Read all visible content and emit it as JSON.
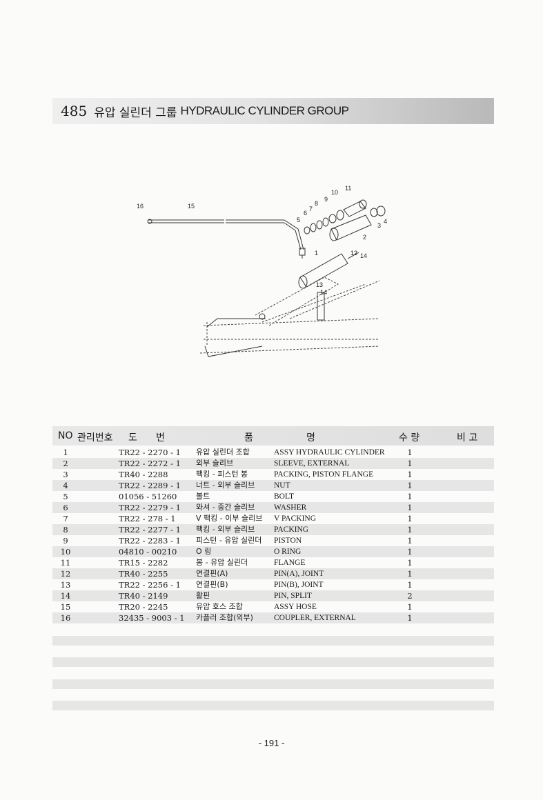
{
  "header": {
    "number": "485",
    "title_ko": "유압 실린더 그룹",
    "title_en": "HYDRAULIC CYLINDER GROUP"
  },
  "diagram": {
    "callouts": [
      "1",
      "2",
      "3",
      "4",
      "5",
      "6",
      "7",
      "8",
      "9",
      "10",
      "11",
      "12",
      "13",
      "14",
      "14",
      "15",
      "16"
    ]
  },
  "table": {
    "headers": {
      "no": "NO",
      "mgmt": "관리번호",
      "drawing_1": "도",
      "drawing_2": "번",
      "name_1": "품",
      "name_2": "명",
      "qty": "수 량",
      "remark": "비 고"
    },
    "rows": [
      {
        "no": "1",
        "code": "TR22 - 2270 - 1",
        "ko": "유압 실린더 조합",
        "en": "ASSY HYDRAULIC CYLINDER",
        "qty": "1"
      },
      {
        "no": "2",
        "code": "TR22 - 2272 - 1",
        "ko": "외부 슬리브",
        "en": "SLEEVE, EXTERNAL",
        "qty": "1"
      },
      {
        "no": "3",
        "code": "TR40 - 2288",
        "ko": "팩킹 - 피스턴 봉",
        "en": "PACKING, PISTON FLANGE",
        "qty": "1"
      },
      {
        "no": "4",
        "code": "TR22 - 2289 - 1",
        "ko": "너트 - 외부 슬리브",
        "en": "NUT",
        "qty": "1"
      },
      {
        "no": "5",
        "code": "01056 - 51260",
        "ko": "볼트",
        "en": "BOLT",
        "qty": "1"
      },
      {
        "no": "6",
        "code": "TR22 - 2279 - 1",
        "ko": "와셔 - 중간 슬리브",
        "en": "WASHER",
        "qty": "1"
      },
      {
        "no": "7",
        "code": "TR22 - 278 - 1",
        "ko": "V 팩킹 - 이부 슬리브",
        "en": "V PACKING",
        "qty": "1"
      },
      {
        "no": "8",
        "code": "TR22 - 2277 - 1",
        "ko": "팩킹 - 외부 슬리브",
        "en": "PACKING",
        "qty": "1"
      },
      {
        "no": "9",
        "code": "TR22 - 2283 - 1",
        "ko": "피스턴 - 유압 실린더",
        "en": "PISTON",
        "qty": "1"
      },
      {
        "no": "10",
        "code": "04810 - 00210",
        "ko": "O 링",
        "en": "O RING",
        "qty": "1"
      },
      {
        "no": "11",
        "code": "TR15 - 2282",
        "ko": "봉 - 유압 실린더",
        "en": "FLANGE",
        "qty": "1"
      },
      {
        "no": "12",
        "code": "TR40 - 2255",
        "ko": "연결핀(A)",
        "en": "PIN(A), JOINT",
        "qty": "1"
      },
      {
        "no": "13",
        "code": "TR22 - 2256 - 1",
        "ko": "연결핀(B)",
        "en": "PIN(B), JOINT",
        "qty": "1"
      },
      {
        "no": "14",
        "code": "TR40 - 2149",
        "ko": "활핀",
        "en": "PIN, SPLIT",
        "qty": "2"
      },
      {
        "no": "15",
        "code": "TR20 - 2245",
        "ko": "유압 호스 조합",
        "en": "ASSY HOSE",
        "qty": "1"
      },
      {
        "no": "16",
        "code": "32435 - 9003 - 1",
        "ko": "카플러 조합(외부)",
        "en": "COUPLER, EXTERNAL",
        "qty": "1"
      }
    ]
  },
  "footer": {
    "page": "- 191 -"
  }
}
